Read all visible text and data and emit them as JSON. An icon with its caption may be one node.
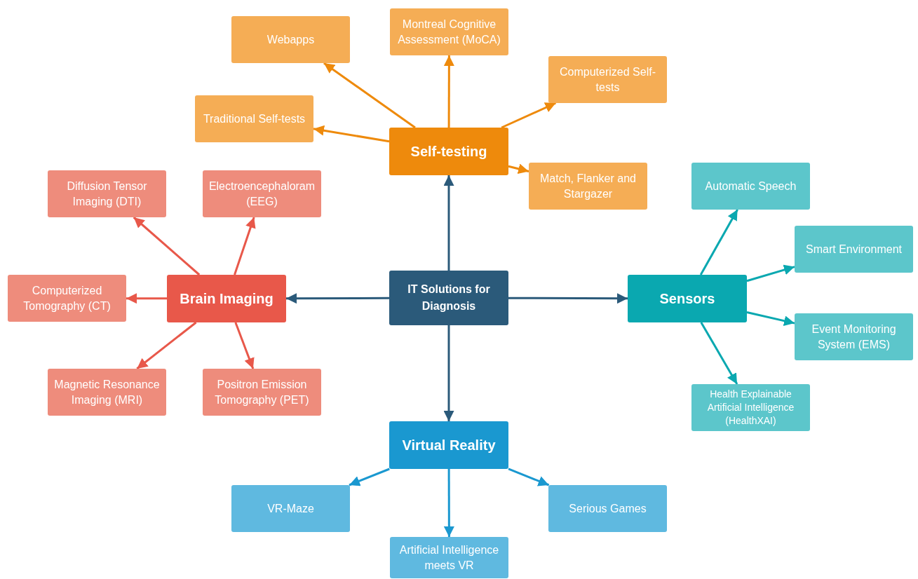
{
  "diagram": {
    "nodes": [
      {
        "text": [
          "IT Solutions for Diagnosis"
        ]
      },
      {
        "text": [
          "Self-testing"
        ]
      },
      {
        "text": [
          "Webapps"
        ]
      },
      {
        "text": [
          "Montreal Cognitive Assessment (MoCA)"
        ]
      },
      {
        "text": [
          "Computerized Self-tests"
        ]
      },
      {
        "text": [
          "Traditional Self-tests"
        ]
      },
      {
        "text": [
          "Match, Flanker and Stargazer"
        ]
      },
      {
        "text": [
          "Brain Imaging"
        ]
      },
      {
        "text": [
          "Diffusion Tensor Imaging (DTI)"
        ]
      },
      {
        "text": [
          "Electroencephaloram (EEG)"
        ]
      },
      {
        "text": [
          "Computerized Tomography (CT)"
        ]
      },
      {
        "text": [
          "Magnetic Resonance Imaging (MRI)"
        ]
      },
      {
        "text": [
          "Positron Emission Tomography (PET)"
        ]
      },
      {
        "text": [
          "Sensors"
        ]
      },
      {
        "text": [
          "Automatic Speech"
        ]
      },
      {
        "text": [
          "Smart Environment"
        ]
      },
      {
        "text": [
          "Event Monitoring System (EMS)"
        ]
      },
      {
        "text": [
          "Health Explainable Artificial Intelligence (HealthXAI)"
        ]
      },
      {
        "text": [
          "Virtual Reality"
        ]
      },
      {
        "text": [
          "VR-Maze"
        ]
      },
      {
        "text": [
          "Serious Games"
        ]
      },
      {
        "text": [
          "Artificial Intelligence meets VR"
        ]
      }
    ],
    "edges": [
      {
        "from": 0,
        "to": 1,
        "arrow": "to",
        "color": "#2b5a7a"
      },
      {
        "from": 0,
        "to": 7,
        "arrow": "to",
        "color": "#2b5a7a"
      },
      {
        "from": 0,
        "to": 13,
        "arrow": "to",
        "color": "#2b5a7a"
      },
      {
        "from": 0,
        "to": 18,
        "arrow": "to",
        "color": "#2b5a7a"
      },
      {
        "from": 1,
        "to": 2,
        "arrow": "to",
        "color": "#ee8a0c"
      },
      {
        "from": 1,
        "to": 3,
        "arrow": "to",
        "color": "#ee8a0c"
      },
      {
        "from": 1,
        "to": 4,
        "arrow": "to",
        "color": "#ee8a0c"
      },
      {
        "from": 1,
        "to": 5,
        "arrow": "to",
        "color": "#ee8a0c"
      },
      {
        "from": 1,
        "to": 6,
        "arrow": "to",
        "color": "#ee8a0c"
      },
      {
        "from": 7,
        "to": 8,
        "arrow": "to",
        "color": "#e8584a"
      },
      {
        "from": 7,
        "to": 9,
        "arrow": "to",
        "color": "#e8584a"
      },
      {
        "from": 7,
        "to": 10,
        "arrow": "to",
        "color": "#e8584a"
      },
      {
        "from": 7,
        "to": 11,
        "arrow": "to",
        "color": "#e8584a"
      },
      {
        "from": 7,
        "to": 12,
        "arrow": "to",
        "color": "#e8584a"
      },
      {
        "from": 13,
        "to": 14,
        "arrow": "to",
        "color": "#0aa8b0"
      },
      {
        "from": 13,
        "to": 15,
        "arrow": "to",
        "color": "#0aa8b0"
      },
      {
        "from": 13,
        "to": 16,
        "arrow": "to",
        "color": "#0aa8b0"
      },
      {
        "from": 13,
        "to": 17,
        "arrow": "to",
        "color": "#0aa8b0"
      },
      {
        "from": 18,
        "to": 19,
        "arrow": "to",
        "color": "#1a98d0"
      },
      {
        "from": 18,
        "to": 20,
        "arrow": "to",
        "color": "#1a98d0"
      },
      {
        "from": 18,
        "to": 21,
        "arrow": "to",
        "color": "#1a98d0"
      }
    ]
  }
}
